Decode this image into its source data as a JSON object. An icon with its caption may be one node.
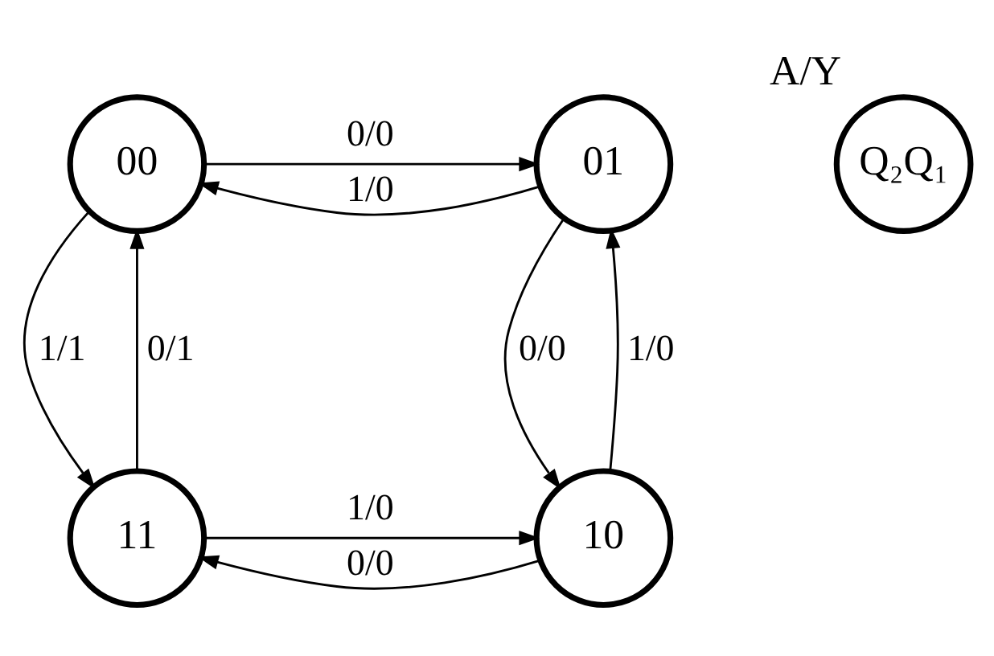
{
  "diagram": {
    "nodes": [
      {
        "text": [
          "00"
        ]
      },
      {
        "text": [
          "01"
        ]
      },
      {
        "text": [
          "11"
        ]
      },
      {
        "text": [
          "10"
        ]
      },
      {
        "text": [
          "Q₂Q₁"
        ],
        "beside": [
          "A/Y"
        ]
      }
    ],
    "edges": [
      {
        "from": 0,
        "to": 1,
        "arrow": "to",
        "label": "0/0"
      },
      {
        "from": 1,
        "to": 0,
        "arrow": "to",
        "label": "1/0"
      },
      {
        "from": 2,
        "to": 0,
        "arrow": "to",
        "label": "0/1"
      },
      {
        "from": 0,
        "to": 2,
        "arrow": "to",
        "label": "1/1"
      },
      {
        "from": 3,
        "to": 1,
        "arrow": "to",
        "label": "1/0"
      },
      {
        "from": 1,
        "to": 3,
        "arrow": "to",
        "label": "0/0"
      },
      {
        "from": 2,
        "to": 3,
        "arrow": "to",
        "label": "1/0"
      },
      {
        "from": 3,
        "to": 2,
        "arrow": "to",
        "label": "0/0"
      }
    ]
  }
}
